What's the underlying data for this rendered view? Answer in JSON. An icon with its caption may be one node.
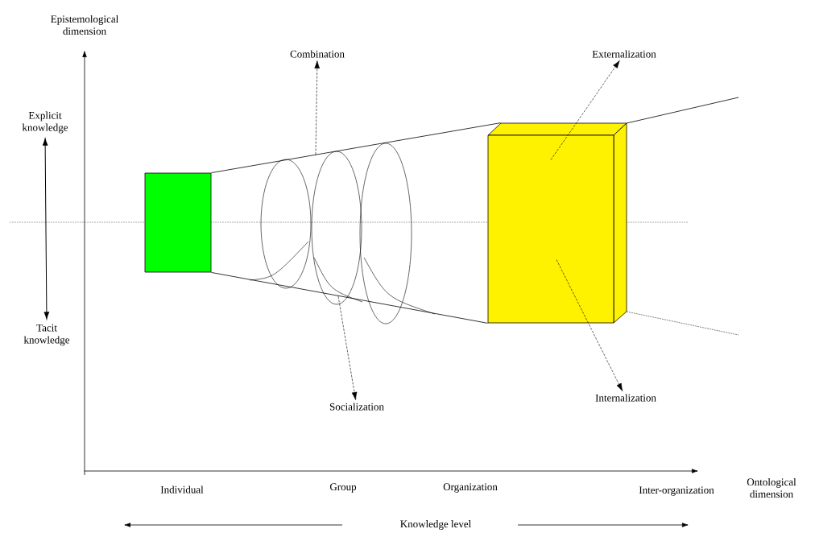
{
  "diagram": {
    "nodes": [
      {
        "text": [
          "Explicit knowledge"
        ]
      },
      {
        "text": [
          "Tacit knowledge"
        ]
      },
      {
        "text": [],
        "shape": "box"
      },
      {
        "text": [
          "Combination"
        ]
      },
      {
        "text": [
          "Socialization"
        ]
      },
      {
        "text": [],
        "shape": "box"
      },
      {
        "text": [
          "Externalization"
        ]
      },
      {
        "text": [
          "Internalization"
        ]
      }
    ],
    "edges": [
      {
        "from": 0,
        "to": 1,
        "arrow": "both"
      },
      {
        "from": 2,
        "to": 5,
        "arrow": "none"
      },
      {
        "from": 2,
        "to": 5,
        "arrow": "none"
      },
      {
        "from": null,
        "to": 3,
        "arrow": "to",
        "style": "dashed"
      },
      {
        "from": null,
        "to": 4,
        "arrow": "to",
        "style": "dashed"
      },
      {
        "from": 5,
        "to": 6,
        "arrow": "to",
        "style": "dashed"
      },
      {
        "from": 5,
        "to": 7,
        "arrow": "to",
        "style": "dashed"
      }
    ],
    "labels": [
      "Epistemological dimension",
      "Ontological dimension",
      "Individual",
      "Group",
      "Organization",
      "Inter-organization",
      "Knowledge level"
    ]
  }
}
